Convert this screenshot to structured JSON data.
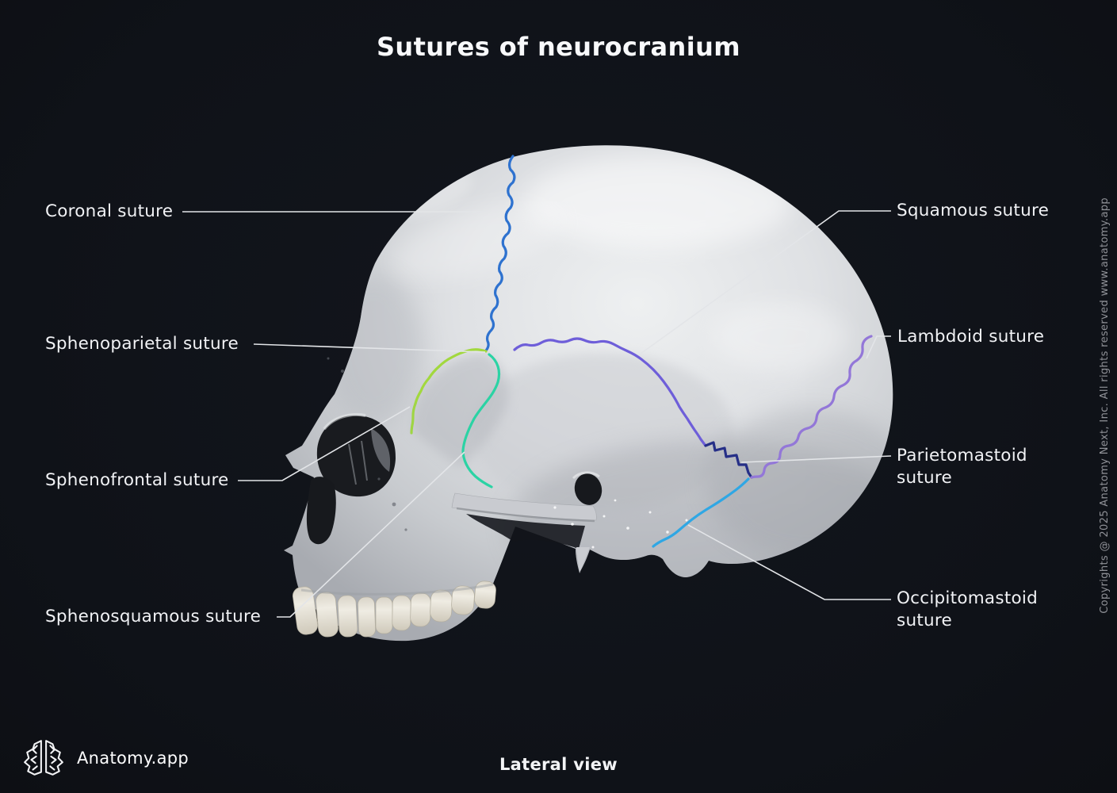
{
  "title": "Sutures of neurocranium",
  "view_label": "Lateral view",
  "brand": {
    "name": "Anatomy.app",
    "logo_icon": "brain-icon"
  },
  "copyright_text": "Copyrights @ 2025 Anatomy Next, Inc. All rights reserved www.anatomy.app",
  "background_color": "#10131a",
  "sutures": {
    "coronal": {
      "label": "Coronal suture",
      "color": "#2e72cf"
    },
    "sphenoparietal": {
      "label": "Sphenoparietal suture",
      "color": "#a2d83e"
    },
    "sphenofrontal": {
      "label": "Sphenofrontal suture",
      "color": "#9fd544"
    },
    "sphenosquamous": {
      "label": "Sphenosquamous suture",
      "color": "#2bd3a4"
    },
    "squamous": {
      "label": "Squamous suture",
      "color": "#6e5ed9"
    },
    "lambdoid": {
      "label": "Lambdoid suture",
      "color": "#9377d8"
    },
    "parietomastoid": {
      "label": "Parietomastoid suture",
      "color": "#262f87"
    },
    "occipitomastoid": {
      "label": "Occipitomastoid suture",
      "color": "#2fa7e4"
    }
  }
}
